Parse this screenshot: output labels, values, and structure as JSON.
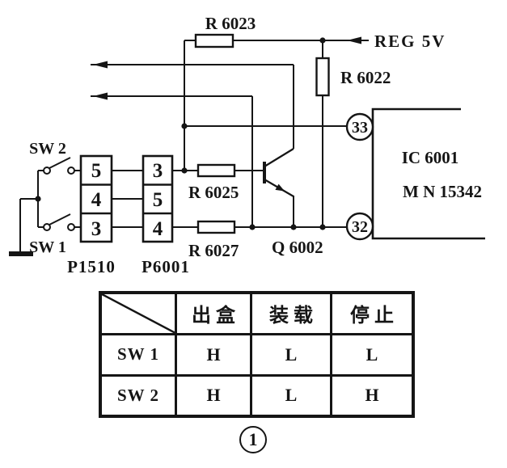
{
  "figure": {
    "number": "1"
  },
  "schematic": {
    "power_label": "REG 5V",
    "resistors": {
      "r6023": "R 6023",
      "r6022": "R 6022",
      "r6025": "R 6025",
      "r6027": "R 6027"
    },
    "transistor_label": "Q 6002",
    "ic": {
      "pin_top": "33",
      "pin_bottom": "32",
      "name_line1": "IC 6001",
      "name_line2": "M N 15342"
    },
    "switches": {
      "sw2": "SW 2",
      "sw1": "SW 1"
    },
    "connectors": {
      "p1510": {
        "label": "P1510",
        "pins": [
          "5",
          "4",
          "3"
        ]
      },
      "p6001": {
        "label": "P6001",
        "pins": [
          "3",
          "5",
          "4"
        ]
      }
    }
  },
  "table": {
    "col_headers": [
      "出盒",
      "装载",
      "停止"
    ],
    "rows": [
      {
        "label": "SW 1",
        "values": [
          "H",
          "L",
          "L"
        ]
      },
      {
        "label": "SW 2",
        "values": [
          "H",
          "L",
          "H"
        ]
      }
    ]
  }
}
